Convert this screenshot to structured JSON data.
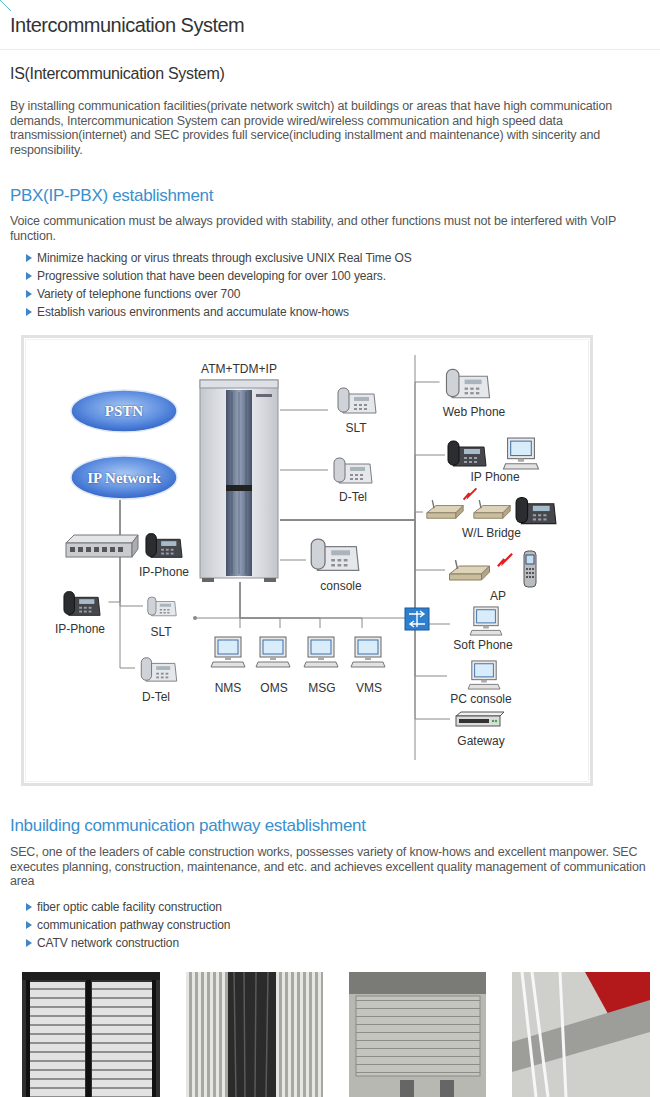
{
  "diagram": {
    "title": "Intercommunication System",
    "nodes": [
      {
        "text": [
          "ATM+TDM+IP"
        ]
      },
      {
        "text": [
          "PSTN"
        ]
      },
      {
        "text": [
          "SLT"
        ]
      },
      {
        "text": [
          "Web Phone"
        ]
      },
      {
        "text": [
          "IP Network"
        ]
      },
      {
        "text": [
          "IP Phone"
        ]
      },
      {
        "text": [
          "D-Tel"
        ]
      },
      {
        "text": [
          "W/L Bridge"
        ]
      },
      {
        "text": [
          "IP-Phone"
        ]
      },
      {
        "text": [
          "console"
        ]
      },
      {
        "text": [
          "AP"
        ]
      },
      {
        "text": [
          "IP-Phone"
        ]
      },
      {
        "text": [
          "SLT"
        ]
      },
      {
        "text": [
          "Soft Phone"
        ]
      },
      {
        "text": [
          "NMS"
        ]
      },
      {
        "text": [
          "OMS"
        ]
      },
      {
        "text": [
          "MSG"
        ]
      },
      {
        "text": [
          "VMS"
        ]
      },
      {
        "text": [
          "PC console"
        ]
      },
      {
        "text": [
          "D-Tel"
        ]
      },
      {
        "text": [
          "Gateway"
        ]
      }
    ],
    "edges": [
      {
        "from": 0,
        "to": 2,
        "arrow": "none"
      },
      {
        "from": 0,
        "to": 6,
        "arrow": "none"
      },
      {
        "from": 0,
        "to": 9,
        "arrow": "none"
      },
      {
        "from": 0,
        "to": 3,
        "arrow": "none"
      },
      {
        "from": 0,
        "to": 5,
        "arrow": "none"
      },
      {
        "from": 0,
        "to": 7,
        "arrow": "none"
      },
      {
        "from": 0,
        "to": 10,
        "arrow": "none"
      },
      {
        "from": 0,
        "to": 13,
        "arrow": "none"
      },
      {
        "from": 0,
        "to": 18,
        "arrow": "none"
      },
      {
        "from": 0,
        "to": 20,
        "arrow": "none"
      },
      {
        "from": 0,
        "to": 14,
        "arrow": "none"
      },
      {
        "from": 0,
        "to": 15,
        "arrow": "none"
      },
      {
        "from": 0,
        "to": 16,
        "arrow": "none"
      },
      {
        "from": 0,
        "to": 17,
        "arrow": "none"
      },
      {
        "from": 4,
        "to": 8,
        "arrow": "none"
      },
      {
        "from": 4,
        "to": 11,
        "arrow": "none"
      },
      {
        "from": 4,
        "to": 12,
        "arrow": "none"
      },
      {
        "from": 4,
        "to": 19,
        "arrow": "none"
      }
    ],
    "labels": [
      "IS(Intercommunication System)",
      "By installing communication facilities(private network switch) at buildings or areas that have high communication demands, Intercommunication System can provide wired/wireless communication and high speed data transmission(internet) and SEC provides full service(including installment and maintenance) with sincerity and responsibility.",
      "PBX(IP-PBX) establishment",
      "Voice communication must be always provided with stability, and other functions must not be interfered with VoIP function.",
      "Minimize hacking or virus threats through exclusive UNIX Real Time OS",
      "Progressive solution that have been developing for over 100 years.",
      "Variety of telephone functions over 700",
      "Establish various environments and accumulate know-hows",
      "Inbuilding communication pathway establishment",
      "SEC, one of the leaders of cable construction works, possesses variety of know-hows and excellent manpower. SEC executes planning, construction, maintenance, and etc. and achieves excellent quality management of communication area",
      "fiber optic cable facility construction",
      "communication pathway construction",
      "CATV network construction"
    ]
  }
}
